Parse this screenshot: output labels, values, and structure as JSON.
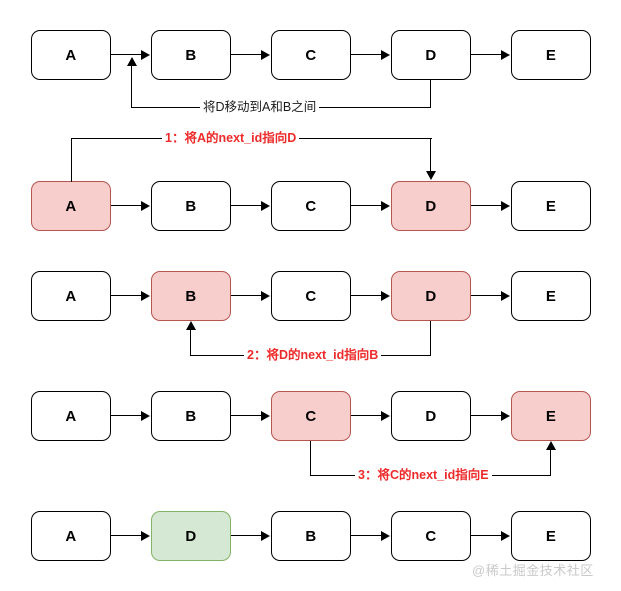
{
  "diagram": {
    "title": "linked-list-node-move-steps",
    "colors": {
      "pink_fill": "#f8cecc",
      "pink_stroke": "#b85450",
      "green_fill": "#d5e8d4",
      "green_stroke": "#82b366",
      "plain_fill": "#ffffff",
      "plain_stroke": "#000000",
      "label_red": "#ee2b2b",
      "label_black": "#1a1a1a",
      "watermark": "#c9c9c9"
    },
    "rows": [
      {
        "id": "row-initial",
        "nodes": [
          {
            "label": "A",
            "state": "plain"
          },
          {
            "label": "B",
            "state": "plain"
          },
          {
            "label": "C",
            "state": "plain"
          },
          {
            "label": "D",
            "state": "plain"
          },
          {
            "label": "E",
            "state": "plain"
          }
        ],
        "annotation": {
          "text": "将D移动到A和B之间",
          "style": "black"
        }
      },
      {
        "id": "row-step-1",
        "nodes": [
          {
            "label": "A",
            "state": "pink"
          },
          {
            "label": "B",
            "state": "plain"
          },
          {
            "label": "C",
            "state": "plain"
          },
          {
            "label": "D",
            "state": "pink"
          },
          {
            "label": "E",
            "state": "plain"
          }
        ],
        "annotation": {
          "text": "1：将A的next_id指向D",
          "style": "red"
        }
      },
      {
        "id": "row-step-2",
        "nodes": [
          {
            "label": "A",
            "state": "plain"
          },
          {
            "label": "B",
            "state": "pink"
          },
          {
            "label": "C",
            "state": "plain"
          },
          {
            "label": "D",
            "state": "pink"
          },
          {
            "label": "E",
            "state": "plain"
          }
        ],
        "annotation": {
          "text": "2：将D的next_id指向B",
          "style": "red"
        }
      },
      {
        "id": "row-step-3",
        "nodes": [
          {
            "label": "A",
            "state": "plain"
          },
          {
            "label": "B",
            "state": "plain"
          },
          {
            "label": "C",
            "state": "pink"
          },
          {
            "label": "D",
            "state": "plain"
          },
          {
            "label": "E",
            "state": "pink"
          }
        ],
        "annotation": {
          "text": "3：将C的next_id指向E",
          "style": "red"
        }
      },
      {
        "id": "row-result",
        "nodes": [
          {
            "label": "A",
            "state": "plain"
          },
          {
            "label": "D",
            "state": "green"
          },
          {
            "label": "B",
            "state": "plain"
          },
          {
            "label": "C",
            "state": "plain"
          },
          {
            "label": "E",
            "state": "plain"
          }
        ],
        "annotation": null
      }
    ],
    "watermark": "@稀土掘金技术社区"
  }
}
